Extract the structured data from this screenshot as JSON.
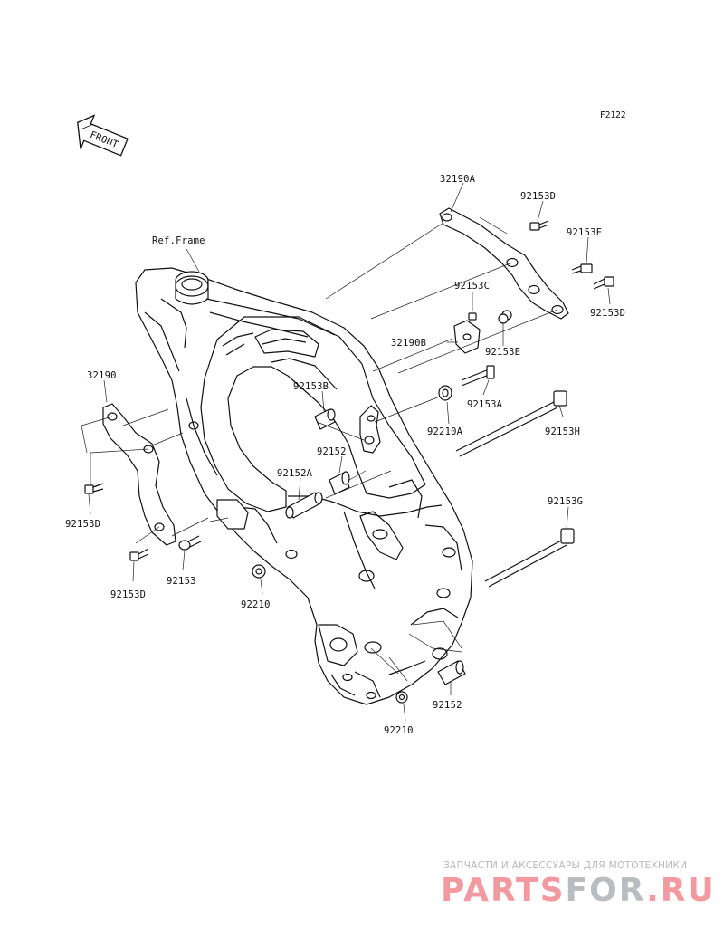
{
  "figure_code": "F2122",
  "front_label": "FRONT",
  "ref_label": "Ref.Frame",
  "callouts": [
    {
      "id": "c1",
      "text": "32190A"
    },
    {
      "id": "c2",
      "text": "92153D"
    },
    {
      "id": "c3",
      "text": "92153F"
    },
    {
      "id": "c4",
      "text": "92153C"
    },
    {
      "id": "c5",
      "text": "92153D"
    },
    {
      "id": "c6",
      "text": "32190B"
    },
    {
      "id": "c7",
      "text": "92153E"
    },
    {
      "id": "c8",
      "text": "32190"
    },
    {
      "id": "c9",
      "text": "92153B"
    },
    {
      "id": "c10",
      "text": "92153A"
    },
    {
      "id": "c11",
      "text": "92210A"
    },
    {
      "id": "c12",
      "text": "92153H"
    },
    {
      "id": "c13",
      "text": "92152"
    },
    {
      "id": "c14",
      "text": "92152A"
    },
    {
      "id": "c15",
      "text": "92153D"
    },
    {
      "id": "c16",
      "text": "92153G"
    },
    {
      "id": "c17",
      "text": "92153"
    },
    {
      "id": "c18",
      "text": "92153D"
    },
    {
      "id": "c19",
      "text": "92210"
    },
    {
      "id": "c20",
      "text": "92152"
    },
    {
      "id": "c21",
      "text": "92210"
    }
  ],
  "watermark": {
    "tagline": "ЗАПЧАСТИ И АКСЕССУАРЫ ДЛЯ МОТОТЕХНИКИ",
    "brand_part1": "PARTS",
    "brand_part2": "FOR",
    "brand_part3": ".RU"
  }
}
